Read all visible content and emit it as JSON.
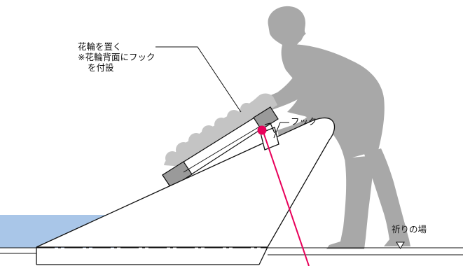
{
  "labels": {
    "wreath_line1": "花輪を置く",
    "wreath_line2": "※花輪背面にフック",
    "wreath_line3": "を付設",
    "hook": "フック",
    "prayer_place": "祈りの場"
  },
  "colors": {
    "water": "#a9c6e8",
    "silhouette": "#a8a8a8",
    "wreath_flowers": "#c4c4c4",
    "wreath_frame": "#9a9a9a",
    "pointer_line": "#e8005a",
    "outline": "#111111"
  },
  "icons": {
    "prayer_marker": "triangle-down-outline",
    "hook_point": "magenta-dot"
  }
}
